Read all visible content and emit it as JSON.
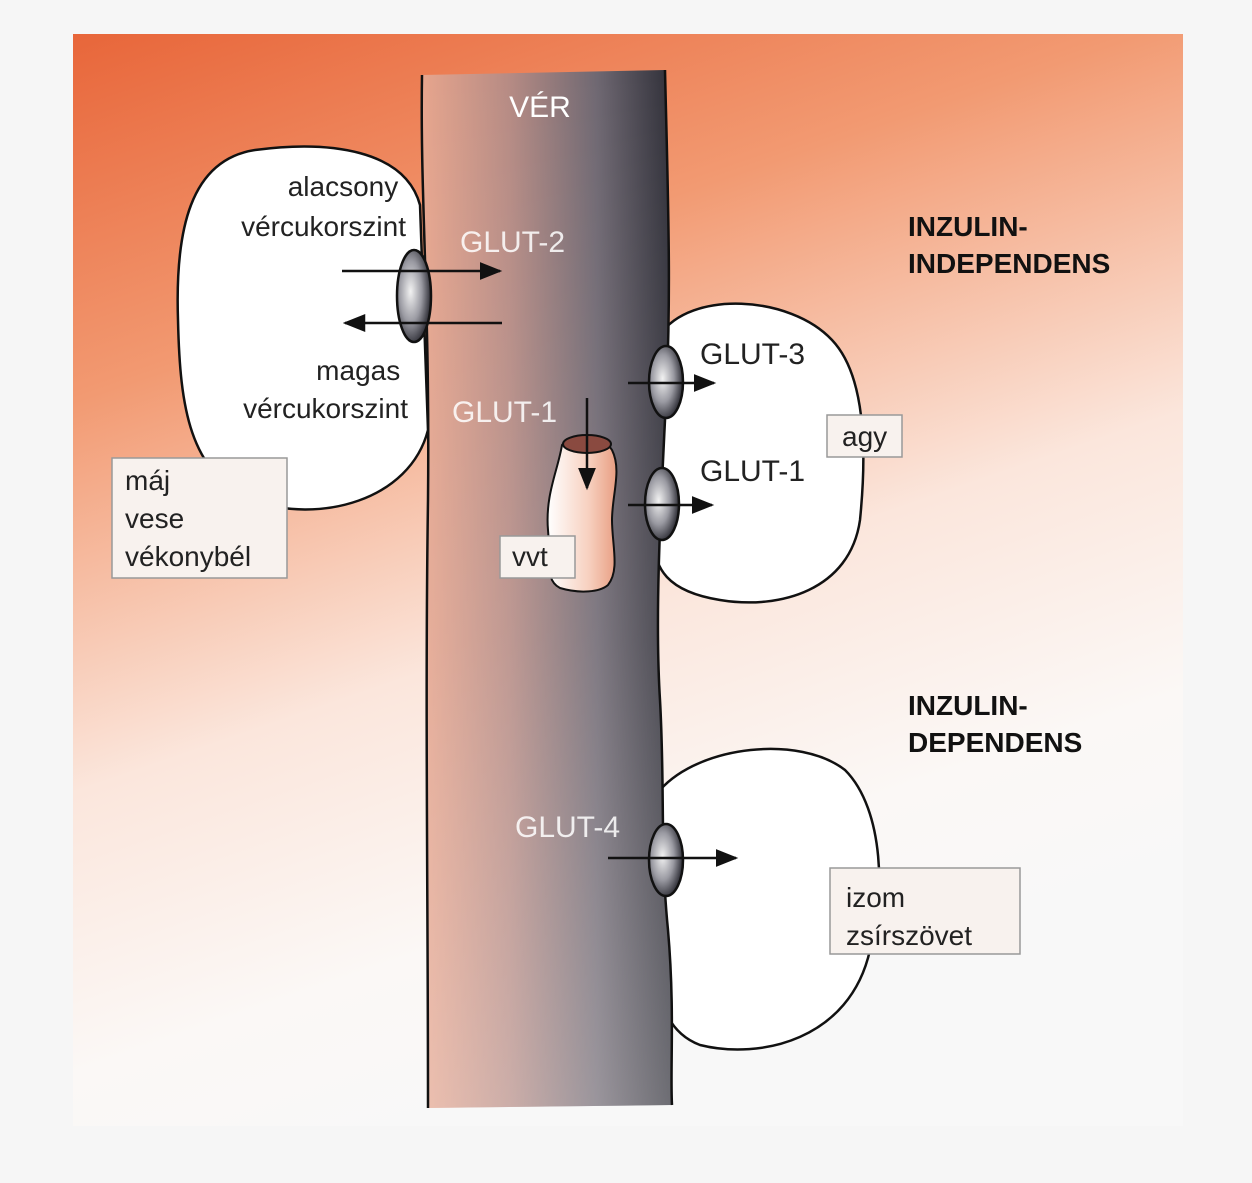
{
  "blood": {
    "label": "VÉR"
  },
  "liver": {
    "low": [
      "alacsony",
      "vércukorszint"
    ],
    "high": [
      "magas",
      "vércukorszint"
    ],
    "transporter": "GLUT-2",
    "organs": [
      "máj",
      "vese",
      "vékonybél"
    ]
  },
  "brain": {
    "transporter_top": "GLUT-3",
    "transporter_bottom": "GLUT-1",
    "organ": "agy"
  },
  "rbc": {
    "transporter": "GLUT-1",
    "label": "vvt"
  },
  "muscle": {
    "transporter": "GLUT-4",
    "organs": [
      "izom",
      "zsírszövet"
    ]
  },
  "groups": {
    "independent": [
      "INZULIN-",
      "INDEPENDENS"
    ],
    "dependent": [
      "INZULIN-",
      "DEPENDENS"
    ]
  },
  "colors": {
    "accent": "#e8663a",
    "vessel_dark": "#3a3a44",
    "cell_fill": "#ffffff"
  }
}
